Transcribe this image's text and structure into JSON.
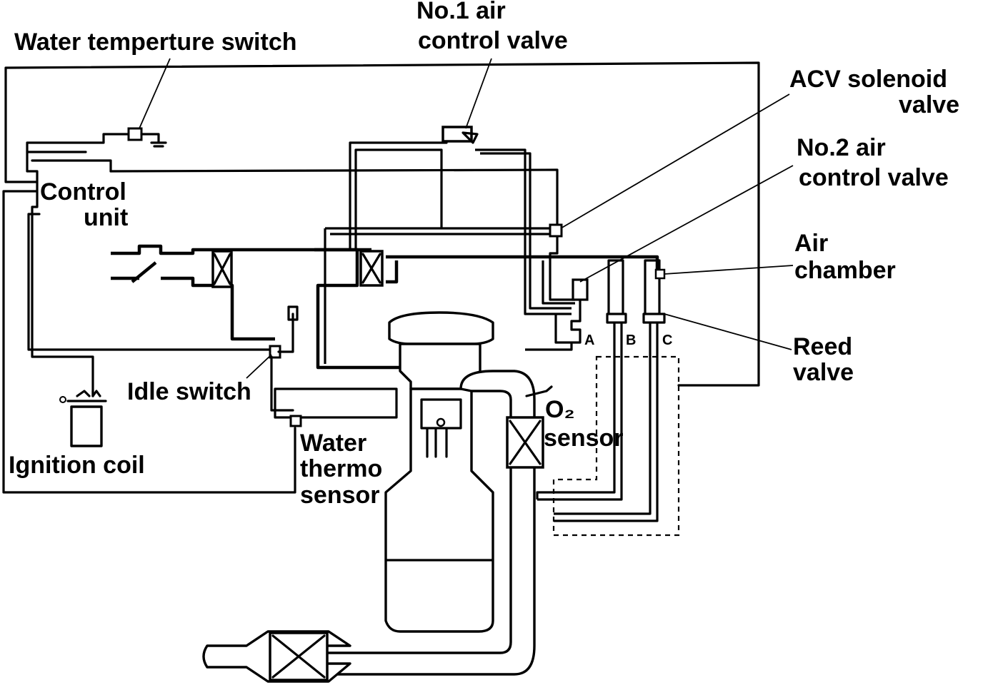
{
  "labels": {
    "water_temp_switch": "Water temperture switch",
    "no1_acv_line1": "No.1 air",
    "no1_acv_line2": "control valve",
    "acv_solenoid_line1": "ACV solenoid",
    "acv_solenoid_line2": "valve",
    "no2_acv_line1": "No.2 air",
    "no2_acv_line2": "control valve",
    "control_unit_line1": "Control",
    "control_unit_line2": "unit",
    "air_chamber_line1": "Air",
    "air_chamber_line2": "chamber",
    "idle_switch": "Idle switch",
    "reed_valve_line1": "Reed",
    "reed_valve_line2": "valve",
    "o2_sensor_line1": "O₂",
    "o2_sensor_line2": "sensor",
    "water_thermo_line1": "Water",
    "water_thermo_line2": "thermo",
    "water_thermo_line3": "sensor",
    "ignition_coil": "Ignition coil",
    "port_a": "A",
    "port_b": "B",
    "port_c": "C"
  }
}
